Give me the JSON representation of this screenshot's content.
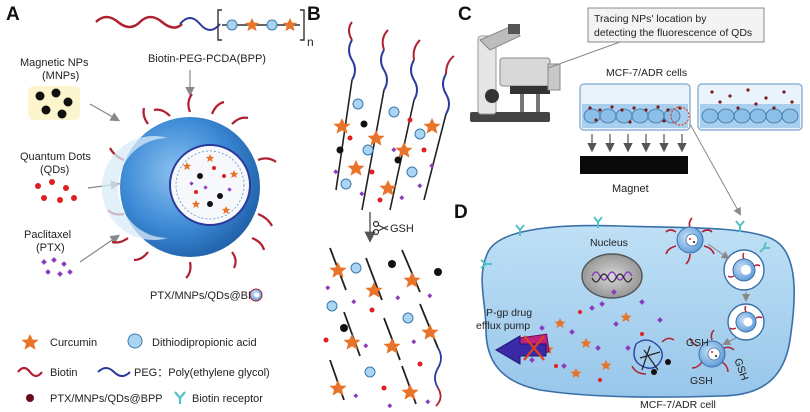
{
  "panels": {
    "a": "A",
    "b": "B",
    "c": "C",
    "d": "D"
  },
  "panel_a": {
    "polymer_label": "Biotin-PEG-PCDA(BPP)",
    "repeat_n": "n",
    "mnps_label": [
      "Magnetic NPs",
      "(MNPs)"
    ],
    "qds_label": [
      "Quantum Dots",
      "(QDs)"
    ],
    "ptx_label": [
      "Paclitaxel",
      "(PTX)"
    ],
    "nanoparticle_label": "PTX/MNPs/QDs@BPP"
  },
  "legend": {
    "curcumin": "Curcumin",
    "dithio": "Dithiodipropionic acid",
    "biotin": "Biotin",
    "peg": "PEG：Poly(ethylene glycol)",
    "nps": "PTX/MNPs/QDs@BPP",
    "receptor": "Biotin receptor"
  },
  "panel_b": {
    "gsh": "GSH"
  },
  "panel_c": {
    "callout": [
      "Tracing NPs' location by",
      "detecting the fluorescence of QDs"
    ],
    "cells_label": "MCF-7/ADR  cells",
    "magnet_label": "Magnet"
  },
  "panel_d": {
    "nucleus": "Nucleus",
    "pump_label": [
      "P-gp drug",
      "efflux pump"
    ],
    "gsh": "GSH",
    "cell_label": "MCF-7/ADR  cell"
  },
  "colors": {
    "sphere": "#4a95d8",
    "cell": "#a8cfee",
    "curcumin": "#e8732a",
    "dithio": "#a9d4f2",
    "biotin": "#b02030",
    "peg": "#2a3a9a",
    "qd": "#e02020",
    "ptx": "#8a3dbf",
    "receptor": "#55c0c8"
  }
}
